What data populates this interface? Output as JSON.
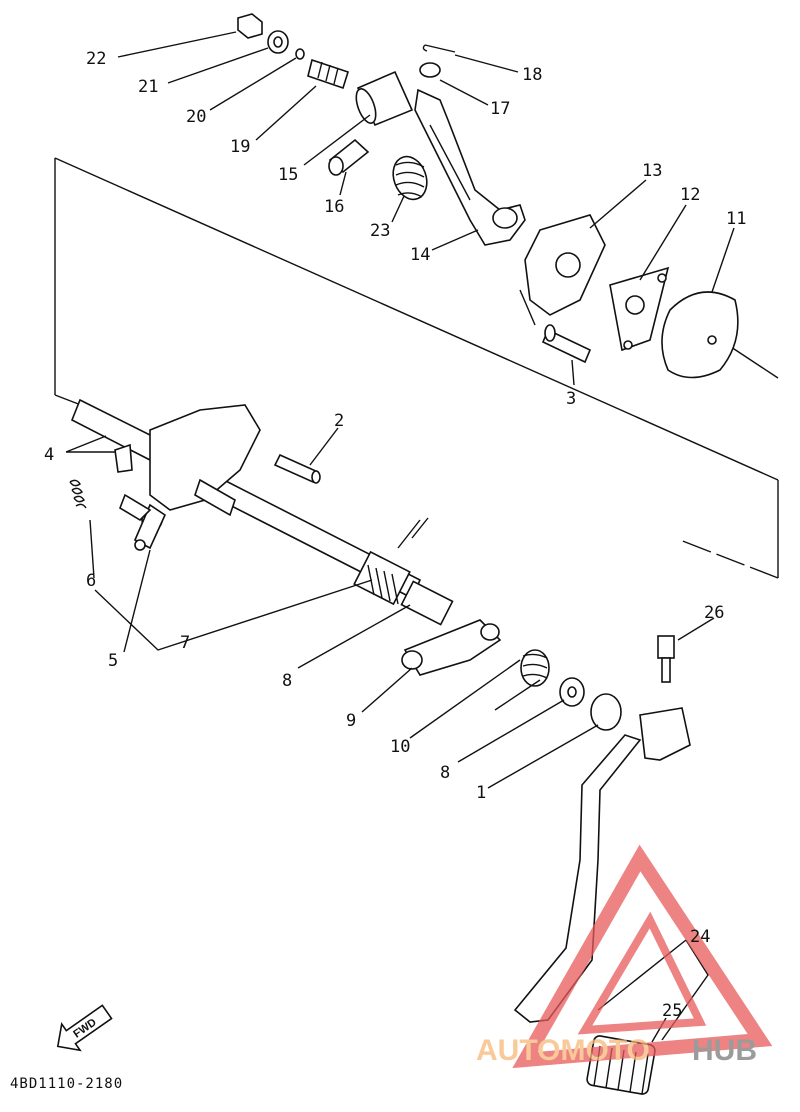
{
  "diagram": {
    "part_code": "4BD1110-2180",
    "fwd_label": "FWD",
    "callouts": [
      "22",
      "21",
      "20",
      "19",
      "15",
      "16",
      "23",
      "14",
      "18",
      "17",
      "13",
      "12",
      "11",
      "3",
      "2",
      "4",
      "6",
      "5",
      "7",
      "8",
      "9",
      "10",
      "8",
      "1",
      "26",
      "24",
      "25"
    ]
  },
  "watermark": {
    "part1": "AUTOMOTO",
    "part2": "HUB",
    "colors": {
      "triangle": "#e85a5a",
      "text1": "#f7b877",
      "text2": "#7a7a7a"
    }
  }
}
